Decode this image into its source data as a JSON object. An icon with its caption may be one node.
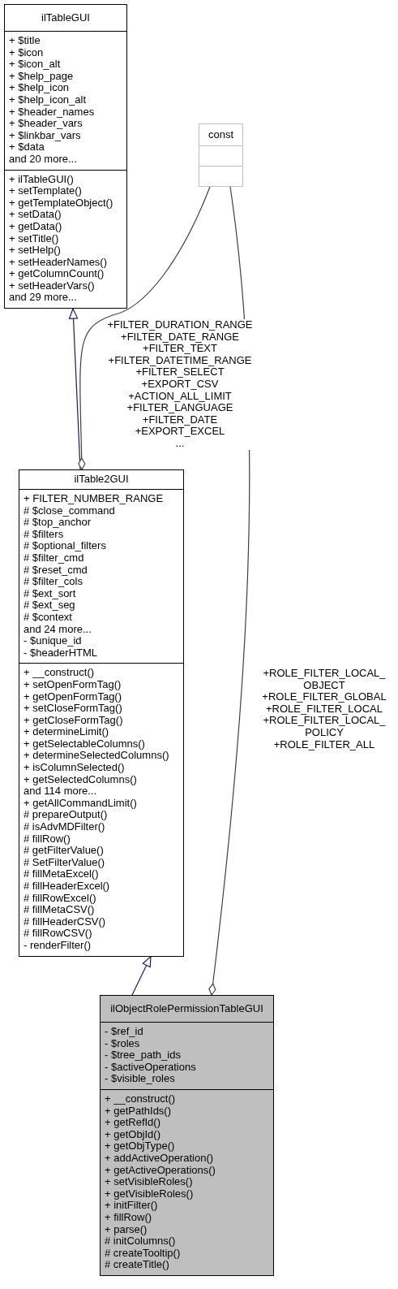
{
  "diagram": {
    "nodes": [
      {
        "text": [
          "ilTableGUI"
        ]
      },
      {
        "text": [
          "+ $title",
          "+ $icon",
          "+ $icon_alt",
          "+ $help_page",
          "+ $help_icon",
          "+ $help_icon_alt",
          "+ $header_names",
          "+ $header_vars",
          "+ $linkbar_vars",
          "+ $data",
          "and 20 more..."
        ],
        "in": 0
      },
      {
        "text": [
          "+ ilTableGUI()",
          "+ setTemplate()",
          "+ getTemplateObject()",
          "+ setData()",
          "+ getData()",
          "+ setTitle()",
          "+ setHelp()",
          "+ setHeaderNames()",
          "+ getColumnCount()",
          "+ setHeaderVars()",
          "and 29 more..."
        ],
        "in": 0
      },
      {
        "text": [
          "const"
        ]
      },
      {
        "text": [],
        "shape": "box",
        "in": 3
      },
      {
        "text": [],
        "shape": "box",
        "in": 3
      },
      {
        "text": [
          "ilTable2GUI"
        ]
      },
      {
        "text": [
          "+ FILTER_NUMBER_RANGE",
          "# $close_command",
          "# $top_anchor",
          "# $filters",
          "# $optional_filters",
          "# $filter_cmd",
          "# $reset_cmd",
          "# $filter_cols",
          "# $ext_sort",
          "# $ext_seg",
          "# $context",
          "and 24 more...",
          "- $unique_id",
          "- $headerHTML"
        ],
        "in": 6
      },
      {
        "text": [
          "+ __construct()",
          "+ setOpenFormTag()",
          "+ getOpenFormTag()",
          "+ setCloseFormTag()",
          "+ getCloseFormTag()",
          "+ determineLimit()",
          "+ getSelectableColumns()",
          "+ determineSelectedColumns()",
          "+ isColumnSelected()",
          "+ getSelectedColumns()",
          "and 114 more...",
          "+ getAllCommandLimit()",
          "# prepareOutput()",
          "# isAdvMDFilter()",
          "# fillRow()",
          "# getFilterValue()",
          "# SetFilterValue()",
          "# fillMetaExcel()",
          "# fillHeaderExcel()",
          "# fillRowExcel()",
          "# fillMetaCSV()",
          "# fillHeaderCSV()",
          "# fillRowCSV()",
          "- renderFilter()"
        ],
        "in": 6
      },
      {
        "text": [
          "ilObjectRolePermissionTableGUI"
        ]
      },
      {
        "text": [
          "- $ref_id",
          "- $roles",
          "- $tree_path_ids",
          "- $activeOperations",
          "- $visible_roles"
        ],
        "in": 9
      },
      {
        "text": [
          "+ __construct()",
          "+ getPathIds()",
          "+ getRefId()",
          "+ getObjId()",
          "+ getObjType()",
          "+ addActiveOperation()",
          "+ getActiveOperations()",
          "+ setVisibleRoles()",
          "+ getVisibleRoles()",
          "+ initFilter()",
          "+ fillRow()",
          "+ parse()",
          "# initColumns()",
          "# createTooltip()",
          "# createTitle()"
        ],
        "in": 9
      }
    ],
    "edges": [
      {
        "from": 6,
        "to": 0,
        "arrow": "to",
        "color": "#191970"
      },
      {
        "from": 9,
        "to": 6,
        "arrow": "to",
        "color": "#191970"
      },
      {
        "from": 3,
        "to": 6,
        "arrow": "other",
        "label": "+FILTER_DURATION_RANGE +FILTER_DATE_RANGE +FILTER_TEXT +FILTER_DATETIME_RANGE +FILTER_SELECT +EXPORT_CSV +ACTION_ALL_LIMIT +FILTER_LANGUAGE +FILTER_DATE +EXPORT_EXCEL ..."
      },
      {
        "from": 3,
        "to": 9,
        "arrow": "other",
        "label": "+ROLE_FILTER_LOCAL_OBJECT +ROLE_FILTER_GLOBAL +ROLE_FILTER_LOCAL +ROLE_FILTER_LOCAL_POLICY +ROLE_FILTER_ALL"
      }
    ]
  }
}
